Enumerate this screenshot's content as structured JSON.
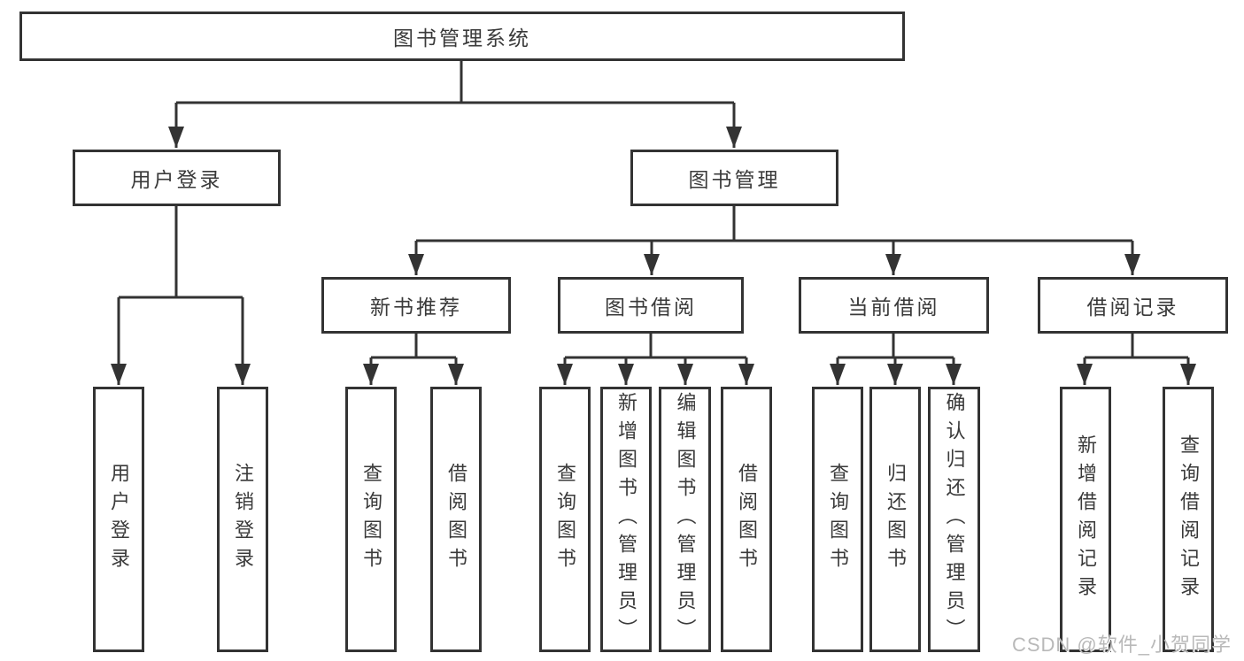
{
  "tree": {
    "label": "图书管理系统",
    "children": [
      {
        "label": "用户登录",
        "children": [
          {
            "label": "用户登录"
          },
          {
            "label": "注销登录"
          }
        ]
      },
      {
        "label": "图书管理",
        "children": [
          {
            "label": "新书推荐",
            "children": [
              {
                "label": "查询图书"
              },
              {
                "label": "借阅图书"
              }
            ]
          },
          {
            "label": "图书借阅",
            "children": [
              {
                "label": "查询图书"
              },
              {
                "label": "新增图书（管理员）"
              },
              {
                "label": "编辑图书（管理员）"
              },
              {
                "label": "借阅图书"
              }
            ]
          },
          {
            "label": "当前借阅",
            "children": [
              {
                "label": "查询图书"
              },
              {
                "label": "归还图书"
              },
              {
                "label": "确认归还（管理员）"
              }
            ]
          },
          {
            "label": "借阅记录",
            "children": [
              {
                "label": "新增借阅记录"
              },
              {
                "label": "查询借阅记录"
              }
            ]
          }
        ]
      }
    ]
  },
  "watermark": {
    "text": "CSDN @软件_小贺同学"
  },
  "colors": {
    "line": "#333333",
    "box_border": "#333333",
    "box_fill": "#ffffff",
    "text": "#3a3a3a",
    "watermark": "#b9b9b9",
    "background": "#ffffff"
  }
}
